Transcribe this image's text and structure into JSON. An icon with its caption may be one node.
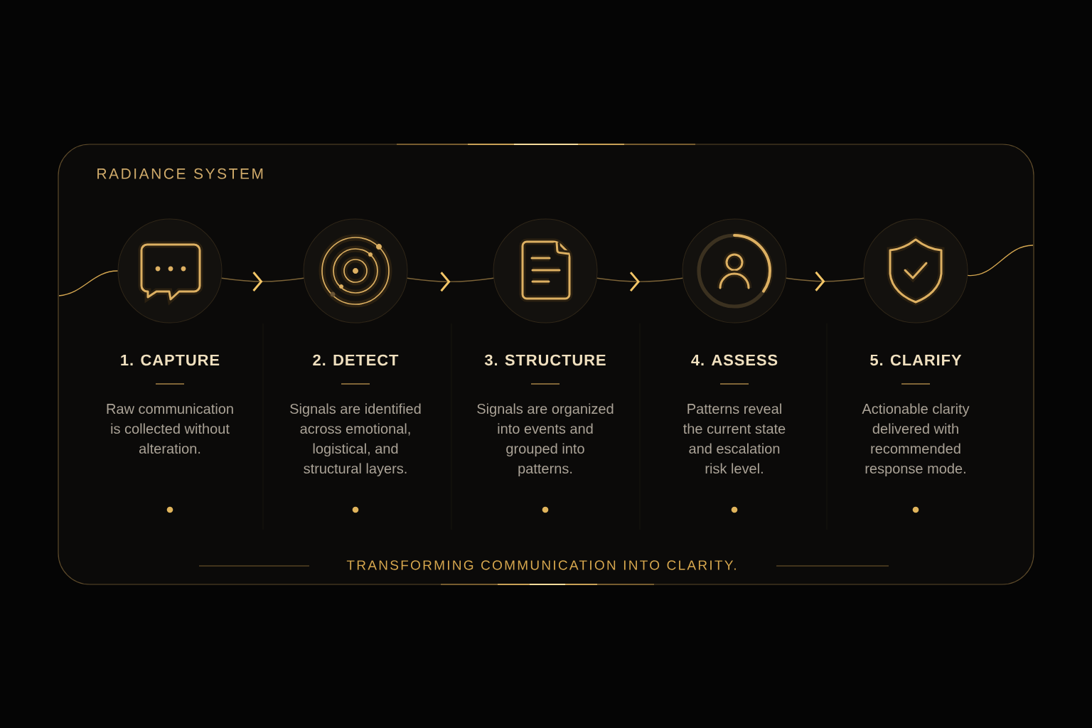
{
  "diagram": {
    "nodes": [
      {
        "text": [
          "RADIANCE SYSTEM",
          "TRANSFORMING COMMUNICATION INTO CLARITY."
        ]
      },
      {
        "text": [
          "1. CAPTURE",
          "Raw communication is collected without alteration."
        ],
        "in": 0
      },
      {
        "text": [
          "2. DETECT",
          "Signals are identified across emotional, logistical, and structural layers."
        ],
        "in": 0
      },
      {
        "text": [
          "3. STRUCTURE",
          "Signals are organized into events and grouped into patterns."
        ],
        "in": 0
      },
      {
        "text": [
          "4. ASSESS",
          "Patterns reveal the current state and escalation risk level."
        ],
        "in": 0
      },
      {
        "text": [
          "5. CLARIFY",
          "Actionable clarity delivered with recommended response mode."
        ],
        "in": 0
      }
    ],
    "edges": [
      {
        "from": null,
        "to": 1,
        "arrow": "none",
        "color": "#d4a650"
      },
      {
        "from": 1,
        "to": 2,
        "arrow": "to"
      },
      {
        "from": 2,
        "to": 3,
        "arrow": "to"
      },
      {
        "from": 3,
        "to": 4,
        "arrow": "to"
      },
      {
        "from": 4,
        "to": 5,
        "arrow": "to"
      },
      {
        "from": 5,
        "to": null,
        "arrow": "none",
        "color": "#d4a650"
      }
    ]
  }
}
